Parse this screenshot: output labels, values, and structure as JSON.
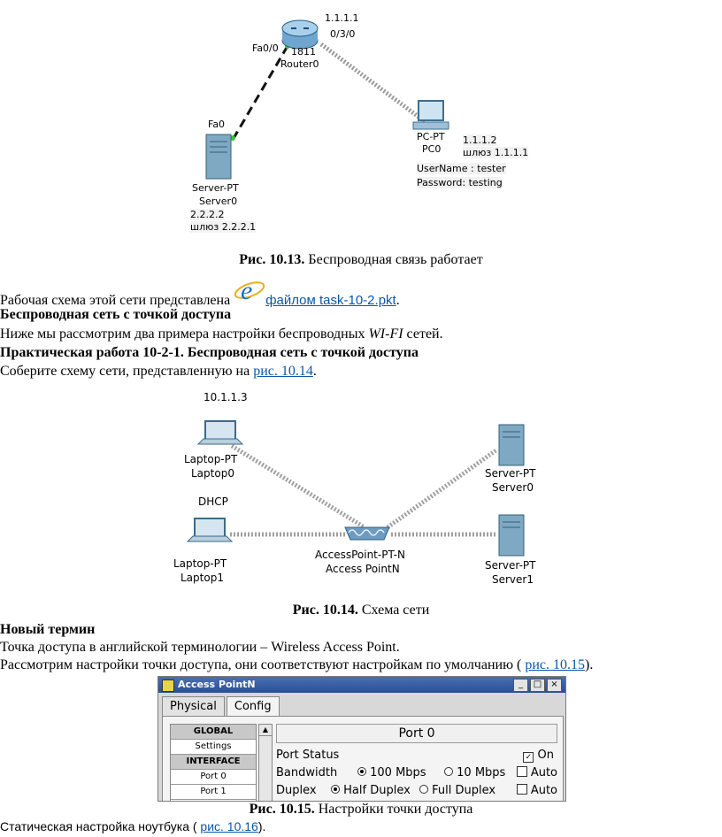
{
  "fig13": {
    "router_ip": "1.1.1.1",
    "router_port": "0/3/0",
    "router_model": "1811",
    "router_name": "Router0",
    "router_fa": "Fa0/0",
    "server_fa": "Fa0",
    "server_type": "Server-PT",
    "server_name": "Server0",
    "server_ip": "2.2.2.2",
    "server_gw": "шлюз 2.2.2.1",
    "pc_type": "PC-PT",
    "pc_name": "PC0",
    "pc_ip": "1.1.1.2",
    "pc_gw": "шлюз 1.1.1.1",
    "pc_user": "UserName : tester",
    "pc_pass": "Password: testing",
    "caption_bold": "Рис. 10.13.",
    "caption": " Беспроводная связь работает"
  },
  "text": {
    "p1_a": "Рабочая схема этой сети представлена ",
    "p1_link": "файлом task-10-2.pkt",
    "p1_end": ".",
    "h1": "Беспроводная сеть с точкой доступа",
    "p2_a": "Ниже мы рассмотрим два примера настройки беспроводных ",
    "p2_i": "WI-FI",
    "p2_b": " сетей.",
    "h2": "Практическая работа 10-2-1. Беспроводная сеть с точкой доступа",
    "p3_a": "Соберите схему сети, представленную на ",
    "p3_link": "рис. 10.14",
    "p3_end": ".",
    "h3": "Новый термин",
    "p4": "Точка доступа в английской терминологии – Wireless Access Point.",
    "p5_a": "Рассмотрим настройки точки доступа, они соответствуют настройкам по умолчанию ( ",
    "p5_link": "рис. 10.15",
    "p5_end": ").",
    "p6_a": "Статическая настройка ноутбука ( ",
    "p6_link": "рис. 10.16",
    "p6_end": ")."
  },
  "fig14": {
    "l0_ip": "10.1.1.3",
    "l0_type": "Laptop-PT",
    "l0_name": "Laptop0",
    "l1_ip": "DHCP",
    "l1_type": "Laptop-PT",
    "l1_name": "Laptop1",
    "ap_type": "AccessPoint-PT-N",
    "ap_name": "Access PointN",
    "s0_type": "Server-PT",
    "s0_name": "Server0",
    "s1_type": "Server-PT",
    "s1_name": "Server1",
    "caption_bold": "Рис. 10.14.",
    "caption": " Схема сети"
  },
  "fig15": {
    "title": "Access PointN",
    "tab_physical": "Physical",
    "tab_config": "Config",
    "side": [
      "GLOBAL",
      "Settings",
      "INTERFACE",
      "Port 0",
      "Port 1"
    ],
    "port_title": "Port 0",
    "port_status": "Port Status",
    "on": "On",
    "bandwidth": "Bandwidth",
    "bw_100": "100 Mbps",
    "bw_10": "10 Mbps",
    "auto": "Auto",
    "duplex": "Duplex",
    "half": "Half Duplex",
    "full": "Full Duplex",
    "caption_bold": "Рис. 10.15.",
    "caption": " Настройки точки доступа"
  }
}
